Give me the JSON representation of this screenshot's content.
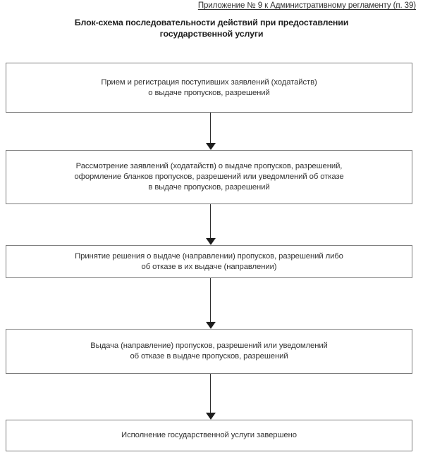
{
  "header": {
    "appendix_reference": "Приложение № 9 к Административному регламенту (п. 39)",
    "title_line_1": "Блок-схема последовательности действий при предоставлении",
    "title_line_2": "государственной услуги"
  },
  "flowchart": {
    "type": "vertical-process-flow",
    "step_count": 5,
    "connector_count": 4,
    "steps": [
      {
        "index": 1,
        "lines": [
          "Прием и регистрация поступивших заявлений (ходатайств)",
          "о выдаче пропусков, разрешений"
        ]
      },
      {
        "index": 2,
        "lines": [
          "Рассмотрение заявлений (ходатайств) о выдаче пропусков, разрешений,",
          "оформление бланков пропусков, разрешений или уведомлений об отказе",
          "в выдаче пропусков, разрешений"
        ]
      },
      {
        "index": 3,
        "lines": [
          "Принятие решения о выдаче (направлении) пропусков, разрешений либо",
          "об отказе в их выдаче (направлении)"
        ]
      },
      {
        "index": 4,
        "lines": [
          "Выдача (направление) пропусков, разрешений или уведомлений",
          "об отказе в выдаче пропусков, разрешений"
        ]
      },
      {
        "index": 5,
        "lines": [
          "Исполнение государственной услуги завершено"
        ]
      }
    ],
    "connectors": [
      {
        "from_step": 1,
        "to_step": 2,
        "icon": "down-arrow-icon"
      },
      {
        "from_step": 2,
        "to_step": 3,
        "icon": "down-arrow-icon"
      },
      {
        "from_step": 3,
        "to_step": 4,
        "icon": "down-arrow-icon"
      },
      {
        "from_step": 4,
        "to_step": 5,
        "icon": "down-arrow-icon"
      }
    ]
  },
  "colors": {
    "page_background": "#ffffff",
    "box_border": "#7b7b7b",
    "box_fill": "#ffffff",
    "body_text": "#333333",
    "title_text": "#1f1f1f",
    "arrow": "#1e1e1e"
  }
}
